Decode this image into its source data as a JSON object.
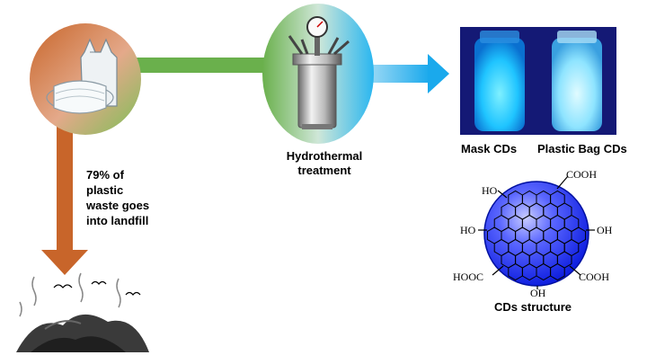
{
  "landfill": {
    "lines": [
      "79% of",
      "plastic",
      "waste goes",
      "into landfill"
    ]
  },
  "hydrothermal": {
    "lines": [
      "Hydrothermal",
      "treatment"
    ]
  },
  "products": {
    "mask_label": "Mask CDs",
    "bag_label": "Plastic Bag CDs"
  },
  "structure": {
    "title": "CDs structure",
    "groups": {
      "top_right": "COOH",
      "upper_left": "HO",
      "left": "HO",
      "right": "OH",
      "bottom_left": "HOOC",
      "bottom": "OH",
      "bottom_right": "COOH"
    }
  },
  "colors": {
    "arrow_green": "#6ab04c",
    "arrow_orange": "#c8652a",
    "arrow_blue": "#29b6f0",
    "cd_sphere": "#2233ff",
    "vial_glow": "#28c8ff"
  },
  "icons": [
    "mask-icon",
    "plastic-bag-icon",
    "reactor-icon",
    "pressure-gauge-icon",
    "landfill-icon",
    "bird-icon"
  ]
}
